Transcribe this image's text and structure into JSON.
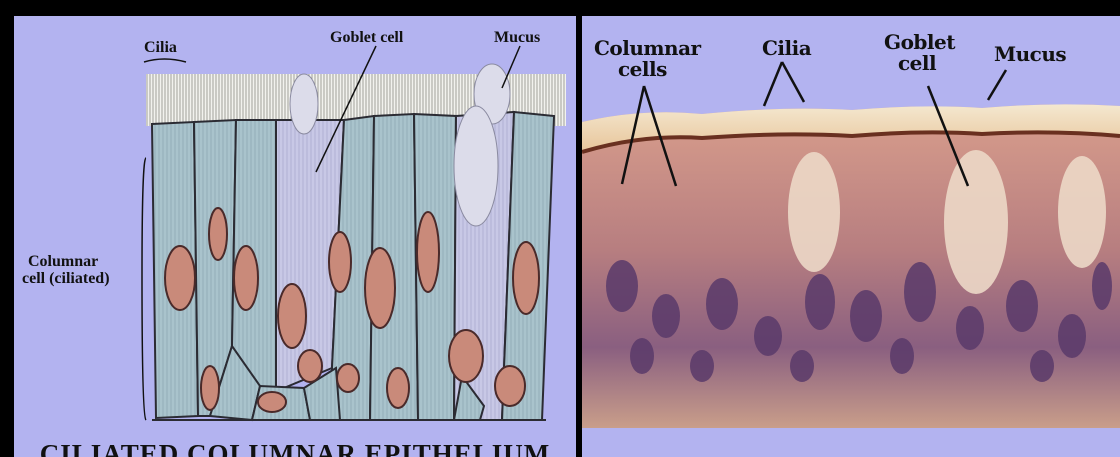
{
  "left_panel": {
    "labels": {
      "cilia": "Cilia",
      "goblet_cell": "Goblet cell",
      "mucus": "Mucus",
      "columnar_line1": "Columnar",
      "columnar_line2": "cell (ciliated)"
    },
    "caption": "CILIATED COLUMNAR EPITHELIUM"
  },
  "right_panel": {
    "labels": {
      "columnar_line1": "Columnar",
      "columnar_line2": "cells",
      "cilia": "Cilia",
      "goblet_line1": "Goblet",
      "goblet_line2": "cell",
      "mucus": "Mucus"
    }
  },
  "colors": {
    "background_frame": "#000000",
    "panel_background": "#b3b3f0",
    "cell_fill": "#a9c3cc",
    "nucleus_fill": "#c98a7a",
    "stain_pink": "#c98979",
    "stain_purple": "#5a3a6a"
  }
}
